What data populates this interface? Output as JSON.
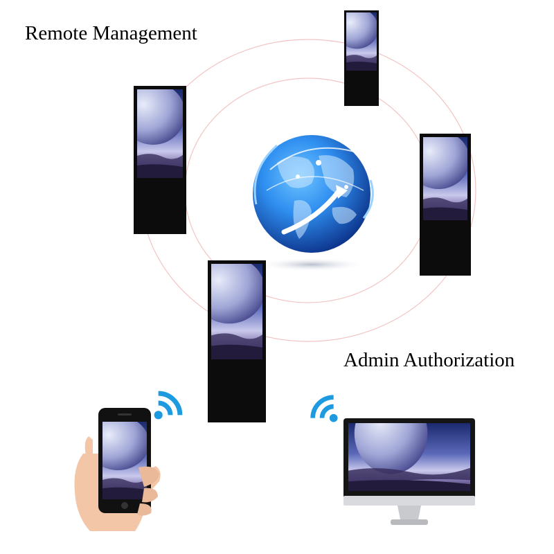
{
  "captions": {
    "remote_management": "Remote Management",
    "admin_authorization": "Admin Authorization"
  },
  "icons": {
    "globe": "network-globe-icon",
    "wifi": "wifi-signal-icon",
    "kiosk": "digital-signage-kiosk",
    "phone": "smartphone-in-hand",
    "monitor": "desktop-monitor"
  },
  "colors": {
    "ring": "#f0b8b8",
    "wifi": "#1e9be0",
    "globe_dark": "#0b2f86",
    "globe_light": "#2f8ff0",
    "kiosk_body": "#0c0c0c"
  }
}
